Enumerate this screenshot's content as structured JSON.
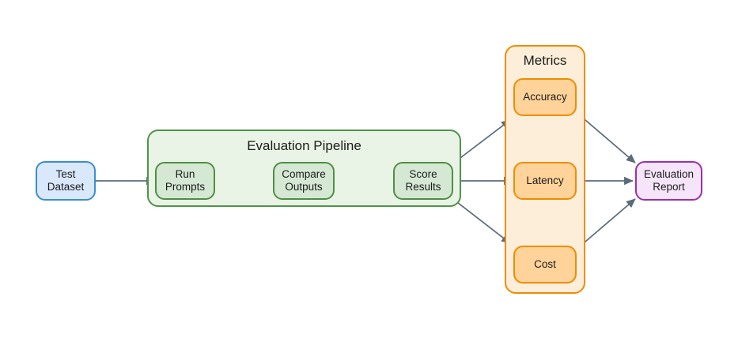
{
  "diagram": {
    "type": "flowchart",
    "title": "",
    "direction": "left-to-right",
    "colors": {
      "edge": "#5a6b7a",
      "blue_fill": "#dae8fc",
      "blue_stroke": "#3a8ed0",
      "green_fill": "#d5e8d4",
      "green_stroke": "#4f8f44",
      "orange_fill": "#ffd399",
      "orange_stroke": "#f08c00",
      "purple_fill": "#f6e5fa",
      "purple_stroke": "#9a2fb0",
      "pipeline_cluster_fill": "#e9f4e6",
      "metrics_cluster_fill": "#fdeed9",
      "background": "#ffffff"
    }
  },
  "clusters": [
    {
      "id": "pipeline",
      "label": "Evaluation Pipeline"
    },
    {
      "id": "metrics",
      "label": "Metrics"
    }
  ],
  "nodes": [
    {
      "id": "test_dataset",
      "label": "Test\nDataset",
      "cluster": null,
      "shape": "rounded-rect",
      "style": "blue"
    },
    {
      "id": "run_prompts",
      "label": "Run\nPrompts",
      "cluster": "pipeline",
      "shape": "rounded-rect",
      "style": "green"
    },
    {
      "id": "compare_outputs",
      "label": "Compare\nOutputs",
      "cluster": "pipeline",
      "shape": "rounded-rect",
      "style": "green"
    },
    {
      "id": "score_results",
      "label": "Score\nResults",
      "cluster": "pipeline",
      "shape": "rounded-rect",
      "style": "green"
    },
    {
      "id": "accuracy",
      "label": "Accuracy",
      "cluster": "metrics",
      "shape": "rounded-rect",
      "style": "orange"
    },
    {
      "id": "latency",
      "label": "Latency",
      "cluster": "metrics",
      "shape": "rounded-rect",
      "style": "orange"
    },
    {
      "id": "cost",
      "label": "Cost",
      "cluster": "metrics",
      "shape": "rounded-rect",
      "style": "orange"
    },
    {
      "id": "evaluation_report",
      "label": "Evaluation\nReport",
      "cluster": null,
      "shape": "rounded-rect",
      "style": "purple"
    }
  ],
  "edges": [
    {
      "from": "test_dataset",
      "to": "run_prompts",
      "label": ""
    },
    {
      "from": "run_prompts",
      "to": "compare_outputs",
      "label": ""
    },
    {
      "from": "compare_outputs",
      "to": "score_results",
      "label": ""
    },
    {
      "from": "score_results",
      "to": "accuracy",
      "label": ""
    },
    {
      "from": "score_results",
      "to": "latency",
      "label": ""
    },
    {
      "from": "score_results",
      "to": "cost",
      "label": ""
    },
    {
      "from": "accuracy",
      "to": "evaluation_report",
      "label": ""
    },
    {
      "from": "latency",
      "to": "evaluation_report",
      "label": ""
    },
    {
      "from": "cost",
      "to": "evaluation_report",
      "label": ""
    }
  ]
}
